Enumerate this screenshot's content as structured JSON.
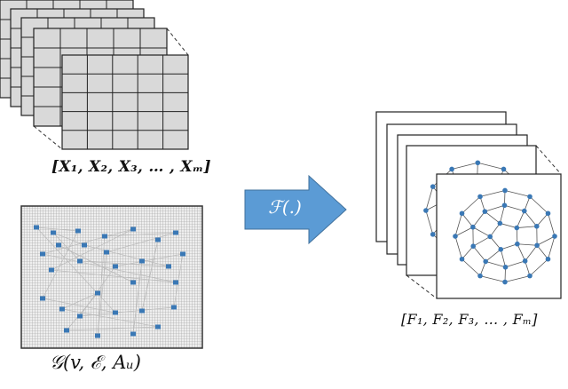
{
  "input_stack_label": "[X₁, X₂, X₃, … , Xₘ]",
  "graph_label": "𝒢(v, ℰ, Aᵤ)",
  "transform_label": "ℱ(.)",
  "output_stack_label": "[F₁, F₂, F₃, … , Fₘ]",
  "colors": {
    "arrow": "#5b9bd5",
    "node": "#3a78b5",
    "grid_fill": "#d9d9d9",
    "edge": "#555555"
  }
}
